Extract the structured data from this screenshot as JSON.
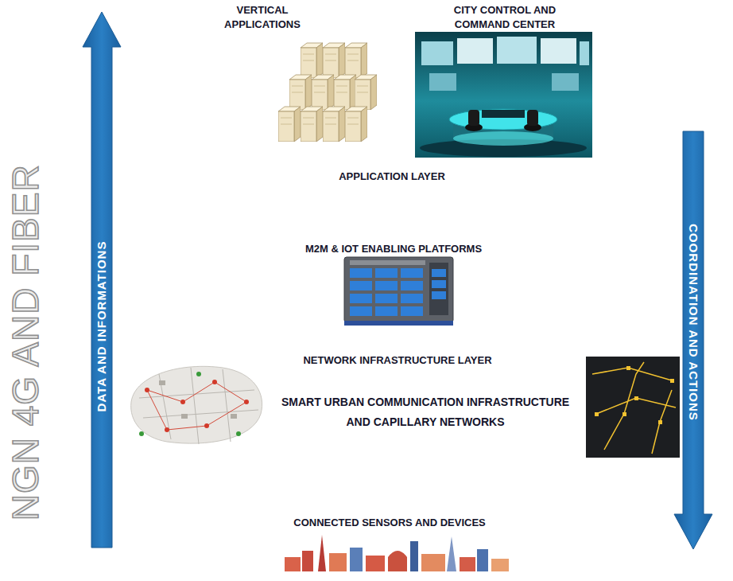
{
  "diagram": {
    "nodes": [
      {
        "text": [
          "APPLICATION LAYER"
        ]
      },
      {
        "text": [
          "M2M & IOT ENABLING PLATFORMS"
        ]
      },
      {
        "text": [
          "NETWORK INFRASTRUCTURE LAYER",
          "SMART URBAN COMMUNICATION INFRASTRUCTURE AND CAPILLARY NETWORKS"
        ]
      },
      {
        "text": [
          "CONNECTED SENSORS AND DEVICES"
        ]
      }
    ],
    "edges": [
      {
        "from": 3,
        "to": 0,
        "arrow": "to",
        "label": "DATA AND INFORMATIONS"
      },
      {
        "from": 0,
        "to": 3,
        "arrow": "to",
        "label": "COORDINATION AND ACTIONS"
      }
    ],
    "labels": [
      "VERTICAL APPLICATIONS",
      "CITY CONTROL AND COMMAND CENTER",
      "NGN 4G AND FIBER"
    ]
  }
}
